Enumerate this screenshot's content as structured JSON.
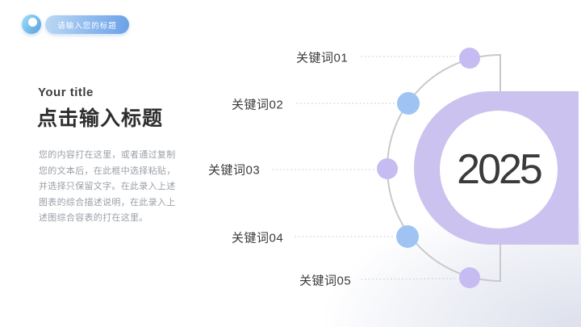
{
  "toolbar": {
    "pill_label": "请输入您的标题"
  },
  "content": {
    "subtitle": "Your title",
    "title": "点击输入标题",
    "body_lines": [
      "您的内容打在这里，或者通过复制",
      "您的文本后，在此框中选择粘贴，",
      "并选择只保留文字。在此录入上述",
      "图表的综合描述说明，在此录入上",
      "述图综合容表的打在这里。"
    ]
  },
  "diagram": {
    "year": "2025",
    "keywords": [
      "关键词01",
      "关键词02",
      "关键词03",
      "关键词04",
      "关键词05"
    ],
    "colors": {
      "ring": "#cbc2ef",
      "purple_dot": "#c6bcf1",
      "blue_dot": "#9fc4f4",
      "arc": "#c9c9c9",
      "leader": "#d2d2d2",
      "inner_circle": "#ffffff",
      "pill_gradient_start": "#bcd9f4",
      "pill_gradient_end": "#6ba0e8",
      "text_dark": "#3a3a3a",
      "body_gray": "#9aa0a8"
    }
  }
}
